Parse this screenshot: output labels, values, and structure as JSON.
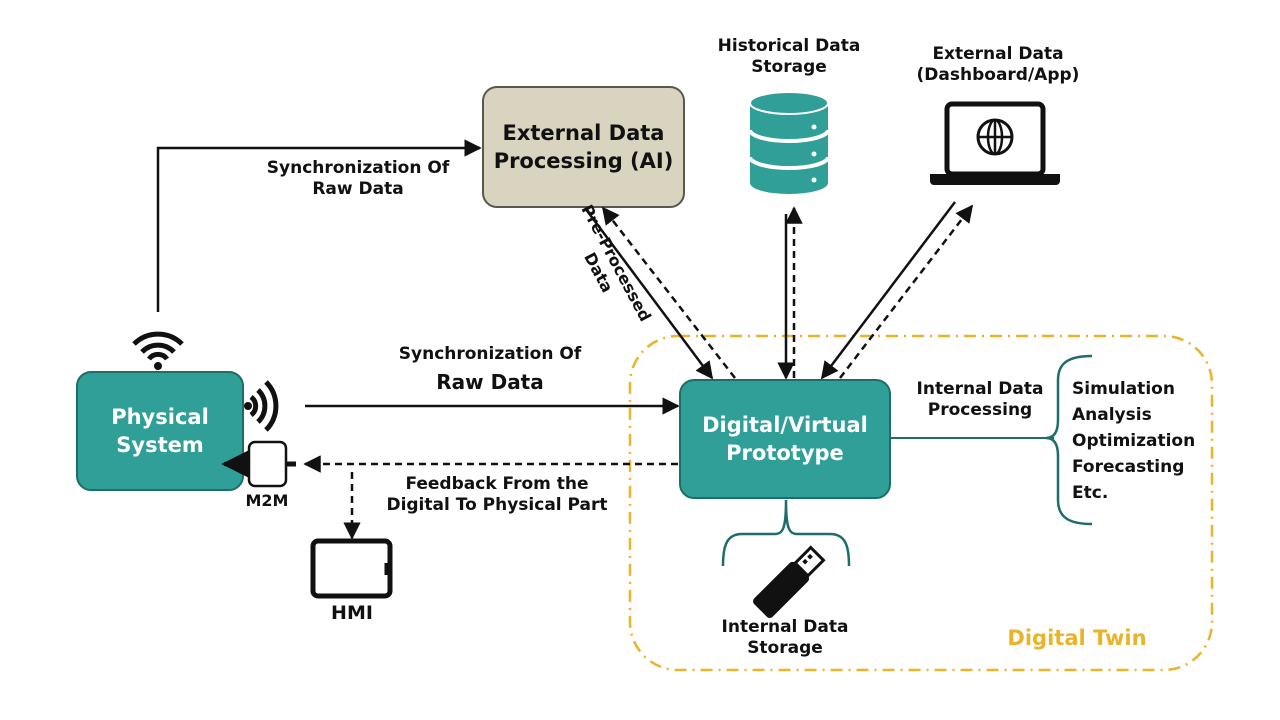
{
  "nodes": {
    "physical_system": "Physical\nSystem",
    "external_processing": "External Data\nProcessing (AI)",
    "digital_prototype": "Digital/Virtual\nPrototype"
  },
  "labels": {
    "sync_top": "Synchronization Of\nRaw Data",
    "sync_mid_line1": "Synchronization Of",
    "sync_mid_line2": "Raw Data",
    "pre_processed": "Pre-Processed\nData",
    "historical_storage": "Historical Data\nStorage",
    "external_data": "External Data\n(Dashboard/App)",
    "internal_processing": "Internal Data\nProcessing",
    "feedback": "Feedback From the\nDigital To Physical Part",
    "m2m": "M2M",
    "hmi": "HMI",
    "internal_storage": "Internal Data\nStorage",
    "digital_twin": "Digital Twin",
    "functions": [
      "Simulation",
      "Analysis",
      "Optimization",
      "Forecasting",
      "Etc."
    ]
  },
  "colors": {
    "teal": "#2f9f98",
    "teal_border": "#1d6e68",
    "beige": "#d8d4c0",
    "beige_border": "#5a574c",
    "twin_orange": "#e9b42a",
    "line": "#111111"
  }
}
